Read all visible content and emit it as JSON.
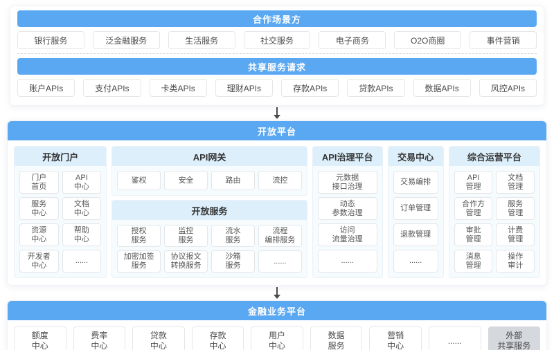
{
  "colors": {
    "bar_blue": "#5aa8f2",
    "panel_header_bg": "#ddeffb",
    "panel_bg": "#f6fbfe",
    "external_box_bg": "#d5d8dc"
  },
  "scenarios": {
    "title": "合作场景方",
    "items": [
      "银行服务",
      "泛金融服务",
      "生活服务",
      "社交服务",
      "电子商务",
      "O2O商圈",
      "事件营销"
    ]
  },
  "service_requests": {
    "title": "共享服务请求",
    "items": [
      "账户APIs",
      "支付APIs",
      "卡类APIs",
      "理财APIs",
      "存款APIs",
      "贷款APIs",
      "数据APIs",
      "风控APIs"
    ]
  },
  "open_platform": {
    "title": "开放平台",
    "portal": {
      "title": "开放门户",
      "cells": [
        "门户\n首页",
        "API\n中心",
        "服务\n中心",
        "文档\n中心",
        "资源\n中心",
        "帮助\n中心",
        "开发者\n中心",
        "......"
      ]
    },
    "gateway": {
      "title": "API网关",
      "cells": [
        "鉴权",
        "安全",
        "路由",
        "流控"
      ]
    },
    "open_services": {
      "title": "开放服务",
      "cells": [
        "授权\n服务",
        "监控\n服务",
        "流水\n服务",
        "流程\n编排服务",
        "加密加签\n服务",
        "协议报文\n转换服务",
        "沙箱\n服务",
        "......"
      ]
    },
    "governance": {
      "title": "API治理平台",
      "cells": [
        "元数据\n接口治理",
        "动态\n参数治理",
        "访问\n流量治理",
        "......"
      ]
    },
    "trade": {
      "title": "交易中心",
      "cells": [
        "交易编排",
        "订单管理",
        "退款管理",
        "......"
      ]
    },
    "operations": {
      "title": "综合运营平台",
      "cells": [
        "API\n管理",
        "文档\n管理",
        "合作方\n管理",
        "服务\n管理",
        "审批\n管理",
        "计费\n管理",
        "消息\n管理",
        "操作\n审计"
      ]
    }
  },
  "financial_platform": {
    "title": "金融业务平台",
    "items": [
      "额度\n中心",
      "费率\n中心",
      "贷款\n中心",
      "存款\n中心",
      "用户\n中心",
      "数据\n服务",
      "营销\n中心",
      "......"
    ],
    "external": "外部\n共享服务"
  }
}
